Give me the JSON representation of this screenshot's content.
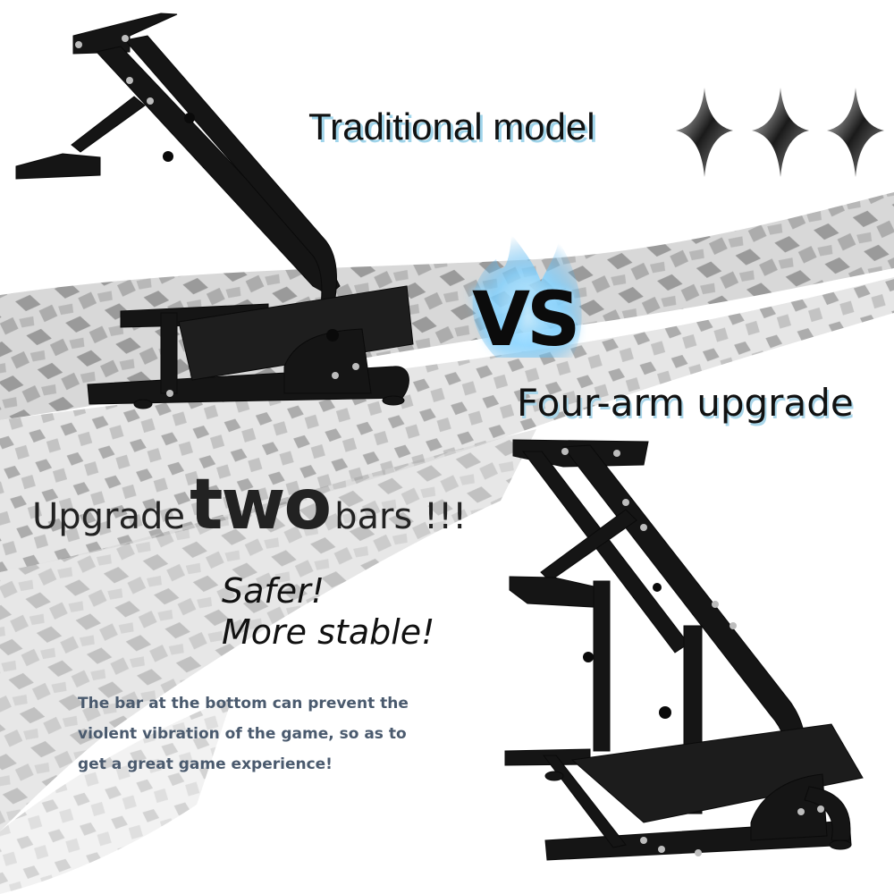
{
  "headings": {
    "traditional": "Traditional model",
    "vs": "VS",
    "four_arm": "Four-arm upgrade"
  },
  "upgrade": {
    "prefix": "Upgrade",
    "emphasis": "two",
    "suffix": "bars !!!"
  },
  "benefits": {
    "line1": "Safer!",
    "line2": "More stable!"
  },
  "description": {
    "line1": "The bar at the bottom can prevent the",
    "line2": "violent vibration of the game, so as to",
    "line3": "get a great game experience!"
  },
  "decor": {
    "stars": [
      "sparkle-star",
      "sparkle-star",
      "sparkle-star"
    ],
    "vs_flame_color": "#7fd0ff",
    "tire_track_color": "#9a9a9a",
    "stand_color": "#141414",
    "heading_shadow_color": "#9fd4ea",
    "description_color": "#4a5a6e"
  },
  "products": [
    {
      "name": "traditional-wheel-stand",
      "position": "top-left"
    },
    {
      "name": "four-arm-wheel-stand",
      "position": "bottom-right"
    }
  ]
}
